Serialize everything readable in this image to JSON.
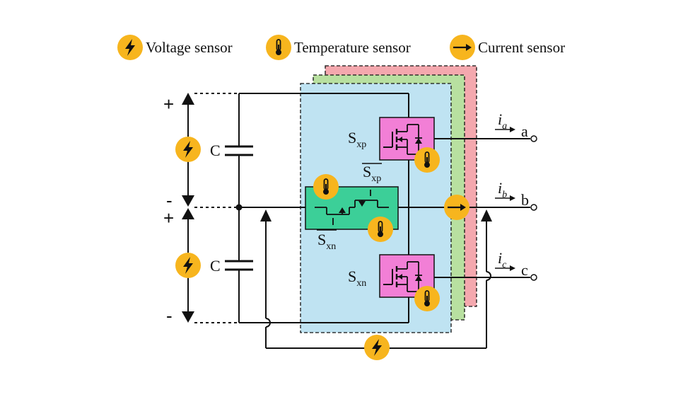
{
  "legend": {
    "voltage_label": "Voltage sensor",
    "temperature_label": "Temperature sensor",
    "current_label": "Current sensor"
  },
  "source": {
    "plus_top": "+",
    "minus_mid": "-",
    "plus_mid": "+",
    "minus_bottom": "-",
    "cap_top_label": "C",
    "cap_bottom_label": "C"
  },
  "switches": {
    "sxp_main": "S",
    "sxp_sub": "xp",
    "sxp_bar_main": "S",
    "sxp_bar_sub": "xp",
    "sxn_bar_main": "S",
    "sxn_bar_sub": "xn",
    "sxn_main": "S",
    "sxn_sub": "xn"
  },
  "outputs": [
    {
      "current": "i",
      "current_sub": "a",
      "terminal": "a"
    },
    {
      "current": "i",
      "current_sub": "b",
      "terminal": "b"
    },
    {
      "current": "i",
      "current_sub": "c",
      "terminal": "c"
    }
  ],
  "colors": {
    "sensor_fill": "#F7B51E",
    "phase_a_layer": "#F4A8AE",
    "phase_b_layer": "#B8E0A0",
    "phase_c_layer": "#BFE3F2",
    "switch_fill": "#F27FD6",
    "clamp_fill": "#3CCF98",
    "wire": "#111111"
  },
  "icons": {
    "voltage": "lightning-bolt-icon",
    "temperature": "thermometer-icon",
    "current": "arrow-right-icon"
  }
}
